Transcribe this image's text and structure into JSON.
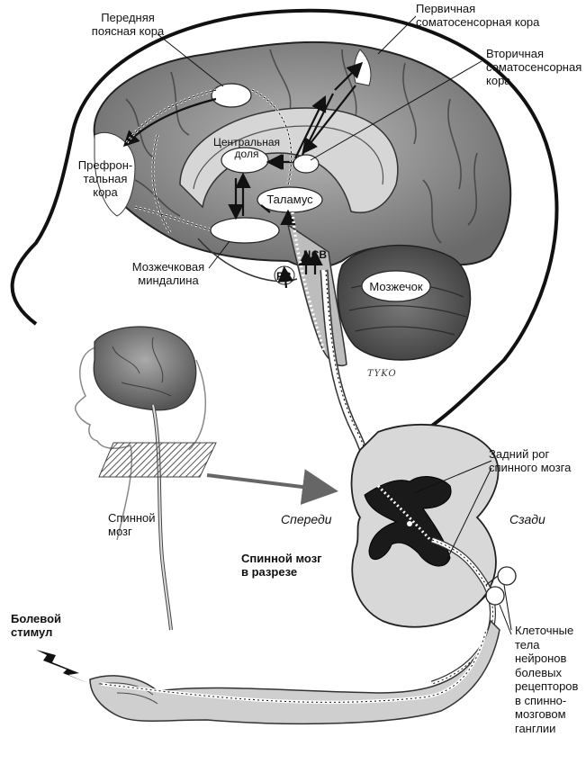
{
  "labels": {
    "anterior_cingulate": [
      "Передняя",
      "поясная кора"
    ],
    "primary_somatosensory": [
      "Первичная",
      "соматосенсорная кора"
    ],
    "secondary_somatosensory": [
      "Вторичная",
      "соматосенсорная",
      "кора"
    ],
    "central_lobe": [
      "Центральная",
      "доля"
    ],
    "prefrontal": [
      "Префрон-",
      "тальная",
      "кора"
    ],
    "thalamus": "Таламус",
    "amygdala": [
      "Мозжечковая",
      "миндалина"
    ],
    "pb": "PB",
    "csv": "ЦСВ",
    "cerebellum": "Мозжечок",
    "dorsal_horn": [
      "Задний рог",
      "спинного мозга"
    ],
    "anterior": "Спереди",
    "posterior": "Сзади",
    "spinal_cord": [
      "Спинной",
      "мозг"
    ],
    "cross_section": [
      "Спинной мозг",
      "в разрезе"
    ],
    "pain_stimulus": [
      "Болевой",
      "стимул"
    ],
    "cell_bodies": [
      "Клеточные",
      "тела",
      "нейронов",
      "болевых",
      "рецепторов",
      "в спинно-",
      "мозговом",
      "ганглии"
    ]
  },
  "signature": "TYKO"
}
